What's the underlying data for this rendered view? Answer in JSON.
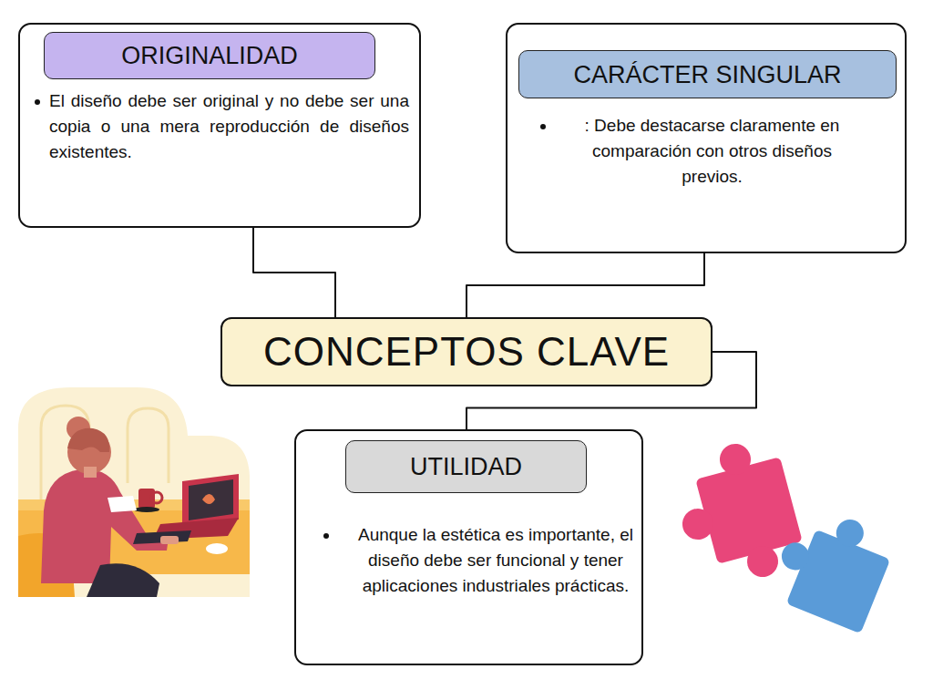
{
  "diagram": {
    "nodes": [
      {
        "text": [
          "El diseño debe ser original y no debe ser una copia o una mera reproducción de diseños existentes."
        ]
      },
      {
        "text": [
          "ORIGINALIDAD"
        ],
        "in": 0
      },
      {
        "text": [
          ": Debe destacarse claramente en comparación con otros diseños previos."
        ]
      },
      {
        "text": [
          "CARÁCTER SINGULAR"
        ],
        "in": 2
      },
      {
        "text": [
          "CONCEPTOS CLAVE"
        ]
      },
      {
        "text": [
          "Aunque la estética es importante, el diseño debe ser funcional y tener aplicaciones industriales prácticas."
        ]
      },
      {
        "text": [
          "UTILIDAD"
        ],
        "in": 5
      }
    ],
    "edges": [
      {
        "from": 4,
        "to": 0,
        "arrow": "none"
      },
      {
        "from": 4,
        "to": 2,
        "arrow": "none"
      },
      {
        "from": 4,
        "to": 5,
        "arrow": "none"
      }
    ]
  }
}
